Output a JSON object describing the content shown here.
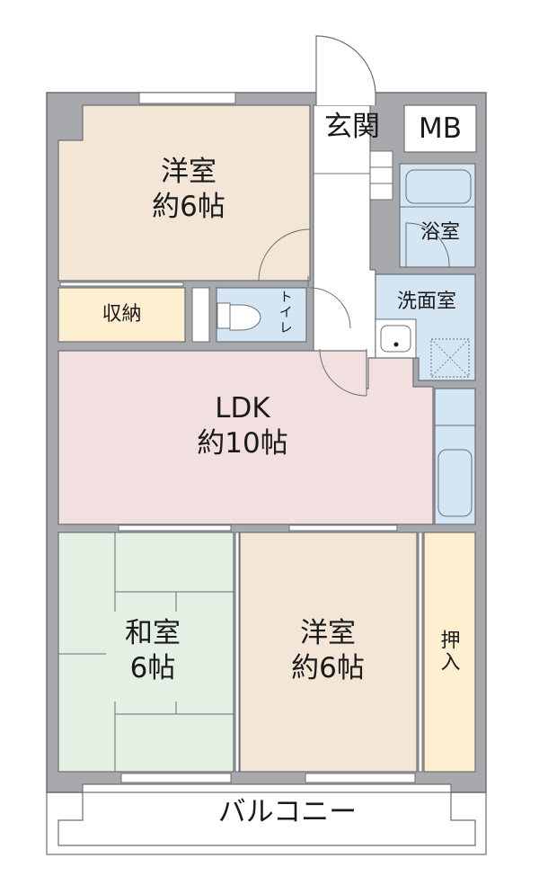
{
  "floor_plan": {
    "colors": {
      "wall": "#a7a9ac",
      "wall_stroke": "#6d6e71",
      "western_room": "#f3e6d6",
      "ldk": "#f2dfe0",
      "japanese_room": "#e3f0e3",
      "storage": "#fdefcf",
      "wet_area": "#d4e6f4",
      "circulation": "#ffffff"
    },
    "rooms": {
      "western_room_north": {
        "name": "洋室",
        "size": "約6帖"
      },
      "entrance": {
        "name": "玄関"
      },
      "meter_box": {
        "name": "MB"
      },
      "bathroom": {
        "name": "浴室"
      },
      "storage_closet": {
        "name": "収納"
      },
      "toilet": {
        "name": "トイレ"
      },
      "washroom": {
        "name": "洗面室"
      },
      "ldk": {
        "name": "LDK",
        "size": "約10帖"
      },
      "japanese_room": {
        "name": "和室",
        "size": "6帖"
      },
      "western_room_south": {
        "name": "洋室",
        "size": "約6帖"
      },
      "oshiire": {
        "name": "押入"
      },
      "balcony": {
        "name": "バルコニー"
      }
    }
  }
}
